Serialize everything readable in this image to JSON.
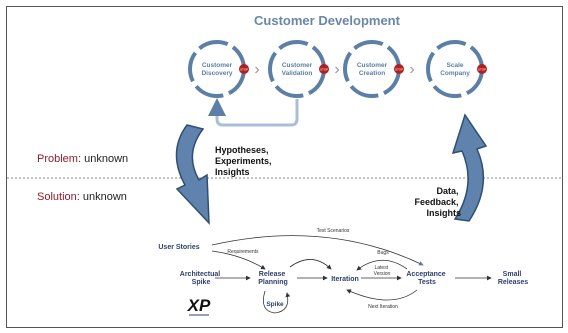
{
  "title": "Customer Development",
  "customer_dev": {
    "steps": [
      "Customer\nDiscovery",
      "Customer\nValidation",
      "Customer\nCreation",
      "Scale\nCompany"
    ],
    "stop_badge": "STOP",
    "arrow_glyph": "›"
  },
  "problem": {
    "label": "Problem:",
    "value": "unknown"
  },
  "solution": {
    "label": "Solution:",
    "value": "unknown"
  },
  "down_arrow_text": [
    "Hypotheses,",
    "Experiments,",
    "Insights"
  ],
  "up_arrow_text": [
    "Data,",
    "Feedback,",
    "Insights"
  ],
  "xp": {
    "nodes": {
      "user_stories": "User Stories",
      "architectural_spike": [
        "Architectual",
        "Spike"
      ],
      "release_planning": [
        "Release",
        "Planning"
      ],
      "iteration": "Iteration",
      "acceptance_tests": [
        "Acceptance",
        "Tests"
      ],
      "small_releases": [
        "Small",
        "Releases"
      ],
      "spike": "Spike"
    },
    "edges": {
      "test_scenarios": "Test Scenarios",
      "requirements": "Requirements",
      "bugs": "Bugs",
      "latest_version": [
        "Latest",
        "Version"
      ],
      "next_iteration": "Next Iteration"
    },
    "logo": "XP"
  },
  "colors": {
    "title": "#6b87a8",
    "cycle": "#5b7fa6",
    "problem_label": "#8b1e2f",
    "big_arrow": "#5f83ad",
    "stop": "#b02020",
    "xp_text": "#2d3f6b"
  }
}
